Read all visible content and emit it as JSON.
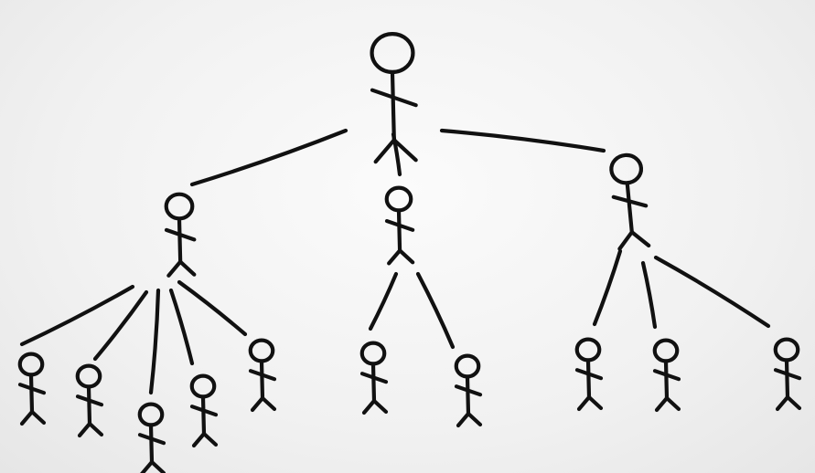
{
  "diagram": {
    "kind": "hierarchy-tree",
    "ink_color": "#111111",
    "paper_color": "#f4f4f4",
    "nodes": [
      {
        "id": "root",
        "level": 0,
        "parent": null,
        "depicts": "stick-figure"
      },
      {
        "id": "mid-left",
        "level": 1,
        "parent": "root",
        "depicts": "stick-figure"
      },
      {
        "id": "mid-center",
        "level": 1,
        "parent": "root",
        "depicts": "stick-figure"
      },
      {
        "id": "mid-right",
        "level": 1,
        "parent": "root",
        "depicts": "stick-figure"
      },
      {
        "id": "leaf-1",
        "level": 2,
        "parent": "mid-left",
        "depicts": "stick-figure"
      },
      {
        "id": "leaf-2",
        "level": 2,
        "parent": "mid-left",
        "depicts": "stick-figure"
      },
      {
        "id": "leaf-3",
        "level": 2,
        "parent": "mid-left",
        "depicts": "stick-figure"
      },
      {
        "id": "leaf-4",
        "level": 2,
        "parent": "mid-left",
        "depicts": "stick-figure"
      },
      {
        "id": "leaf-5",
        "level": 2,
        "parent": "mid-left",
        "depicts": "stick-figure"
      },
      {
        "id": "leaf-6",
        "level": 2,
        "parent": "mid-center",
        "depicts": "stick-figure"
      },
      {
        "id": "leaf-7",
        "level": 2,
        "parent": "mid-center",
        "depicts": "stick-figure"
      },
      {
        "id": "leaf-8",
        "level": 2,
        "parent": "mid-right",
        "depicts": "stick-figure"
      },
      {
        "id": "leaf-9",
        "level": 2,
        "parent": "mid-right",
        "depicts": "stick-figure"
      },
      {
        "id": "leaf-10",
        "level": 2,
        "parent": "mid-right",
        "depicts": "stick-figure"
      }
    ]
  }
}
